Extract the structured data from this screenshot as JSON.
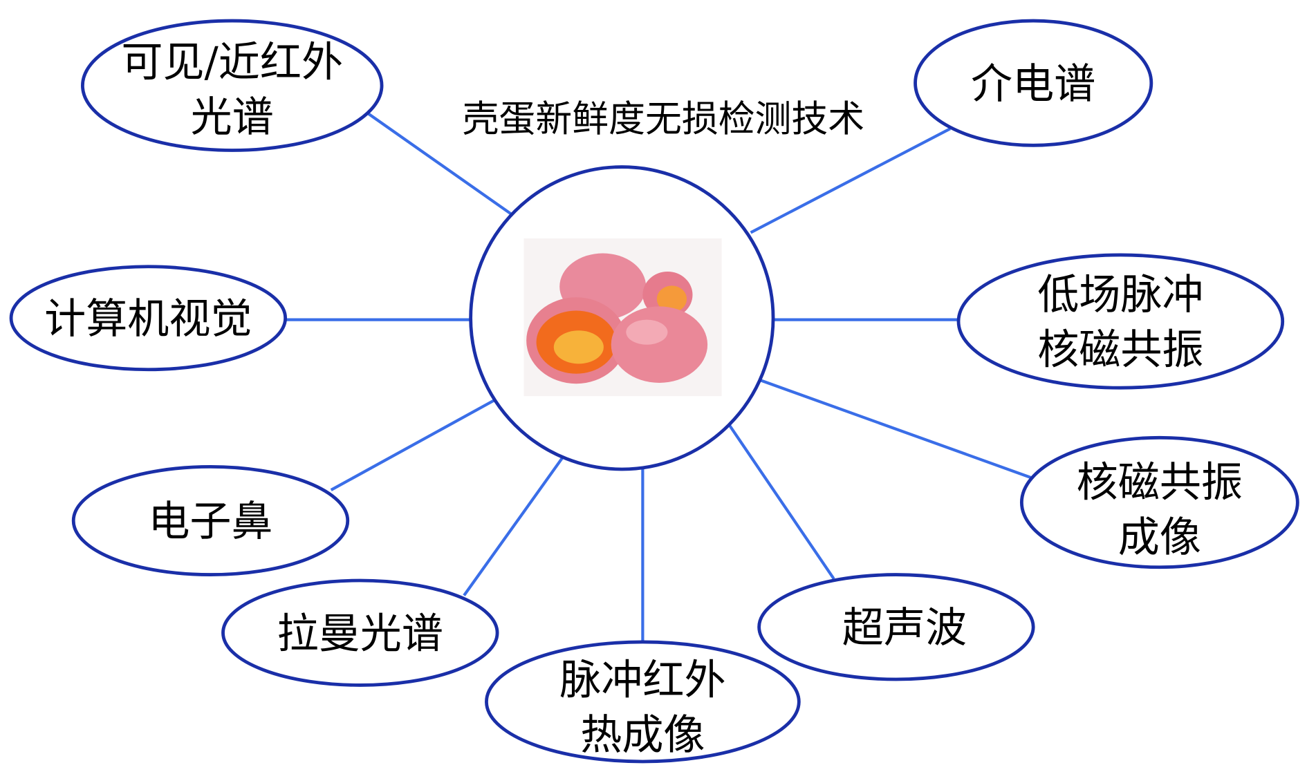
{
  "title": "壳蛋新鲜度无损检测技术",
  "center": {
    "image": "eggs-image"
  },
  "colors": {
    "node_stroke": "#1a2fa8",
    "link": "#3a6ee8"
  },
  "nodes": [
    {
      "lines": [
        "可见/近红外",
        "光谱"
      ]
    },
    {
      "lines": [
        "介电谱"
      ]
    },
    {
      "lines": [
        "计算机视觉"
      ]
    },
    {
      "lines": [
        "低场脉冲",
        "核磁共振"
      ]
    },
    {
      "lines": [
        "电子鼻"
      ]
    },
    {
      "lines": [
        "核磁共振",
        "成像"
      ]
    },
    {
      "lines": [
        "拉曼光谱"
      ]
    },
    {
      "lines": [
        "超声波"
      ]
    },
    {
      "lines": [
        "脉冲红外",
        "热成像"
      ]
    }
  ]
}
